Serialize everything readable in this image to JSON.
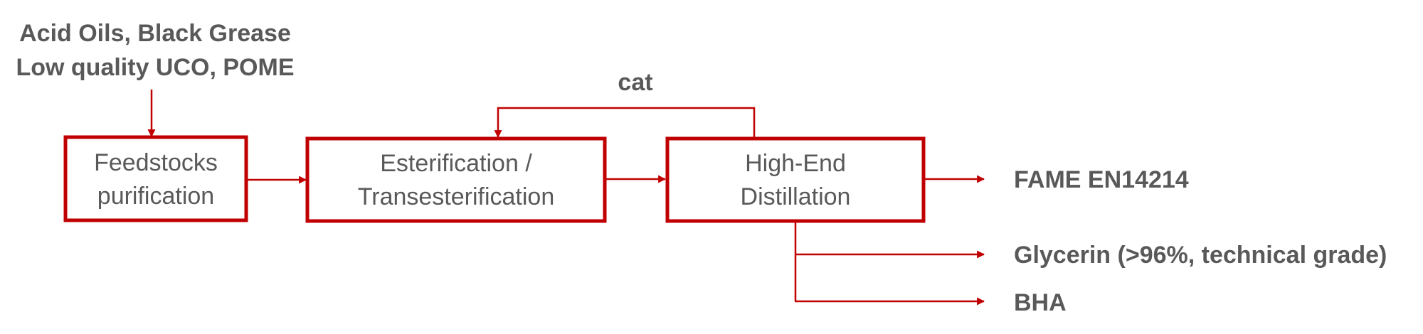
{
  "colors": {
    "accent": "#c00000",
    "text": "#595959"
  },
  "feed_input": {
    "line1": "Acid Oils, Black Grease",
    "line2": "Low quality UCO, POME"
  },
  "recycle_label": "cat",
  "boxes": {
    "purification": {
      "line1": "Feedstocks",
      "line2": "purification"
    },
    "esterification": {
      "line1": "Esterification /",
      "line2": "Transesterification"
    },
    "distillation": {
      "line1": "High-End",
      "line2": "Distillation"
    }
  },
  "outputs": {
    "fame": "FAME EN14214",
    "glycerin": "Glycerin (>96%, technical grade)",
    "bha": "BHA"
  }
}
